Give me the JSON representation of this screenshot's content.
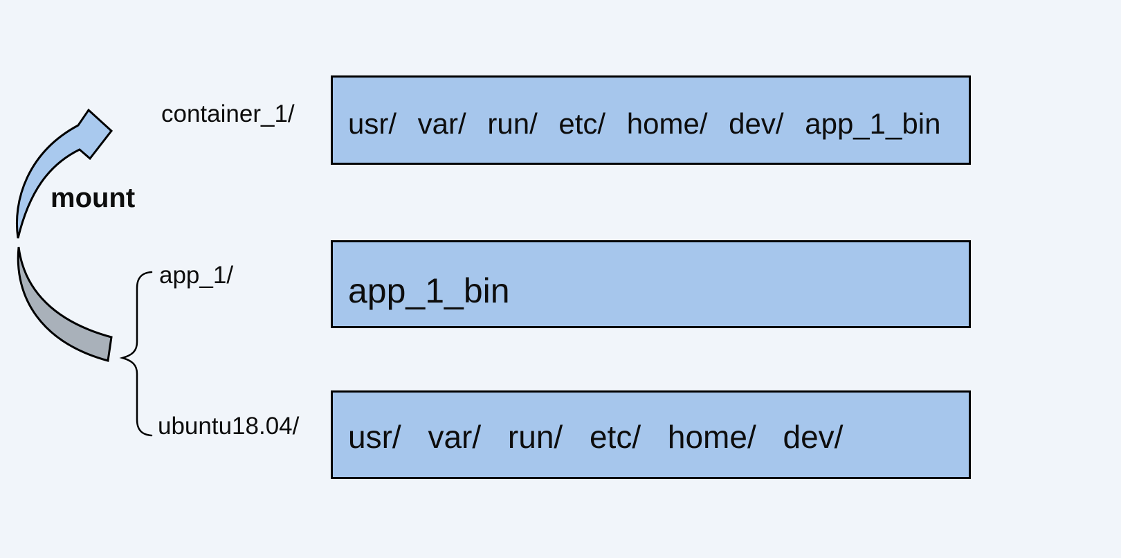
{
  "diagram": {
    "title_hint": "container filesystem mount diagram",
    "background_color": "#f1f5fa",
    "mount": {
      "label": "mount",
      "arrow_blue_color": "#a9c9ee",
      "arrow_gray_color": "#a9b1ba",
      "arrow_outline_color": "#000000"
    },
    "box_style": {
      "fill": "#a6c6ec",
      "border": "#000000"
    },
    "rows": [
      {
        "label": "container_1/",
        "box_text": "usr/ var/ run/ etc/ home/ dev/ app_1_bin"
      },
      {
        "label": "app_1/",
        "box_text": "app_1_bin"
      },
      {
        "label": "ubuntu18.04/",
        "box_text": "usr/ var/ run/ etc/ home/ dev/"
      }
    ]
  }
}
